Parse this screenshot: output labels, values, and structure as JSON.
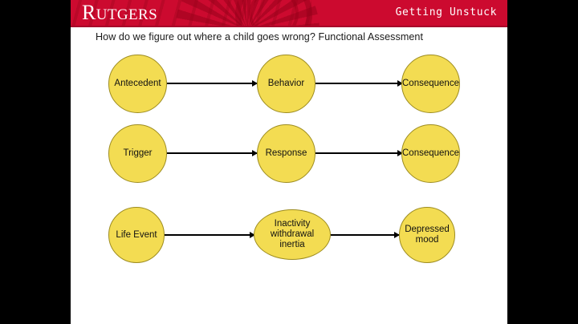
{
  "header": {
    "brand": "RUTGERS",
    "brand_first_letter": "R",
    "brand_rest": "UTGERS",
    "title": "Getting Unstuck",
    "background_color": "#cc0a2f",
    "text_color": "#ffffff"
  },
  "slide": {
    "title": "How do we figure out where a child goes wrong? Functional Assessment",
    "background_color": "#ffffff"
  },
  "diagram": {
    "node_fill": "#f3dc52",
    "node_border": "#9d8c20",
    "arrow_color": "#000000",
    "rows": [
      {
        "name": "functional-assessment-row",
        "nodes": [
          {
            "label": "Antecedent"
          },
          {
            "label": "Behavior"
          },
          {
            "label": "Consequence"
          }
        ]
      },
      {
        "name": "trigger-response-row",
        "nodes": [
          {
            "label": "Trigger"
          },
          {
            "label": "Response"
          },
          {
            "label": "Consequence"
          }
        ]
      },
      {
        "name": "depression-example-row",
        "nodes": [
          {
            "label": "Life Event"
          },
          {
            "label": "Inactivity withdrawal inertia"
          },
          {
            "label": "Depressed mood"
          }
        ]
      }
    ]
  }
}
